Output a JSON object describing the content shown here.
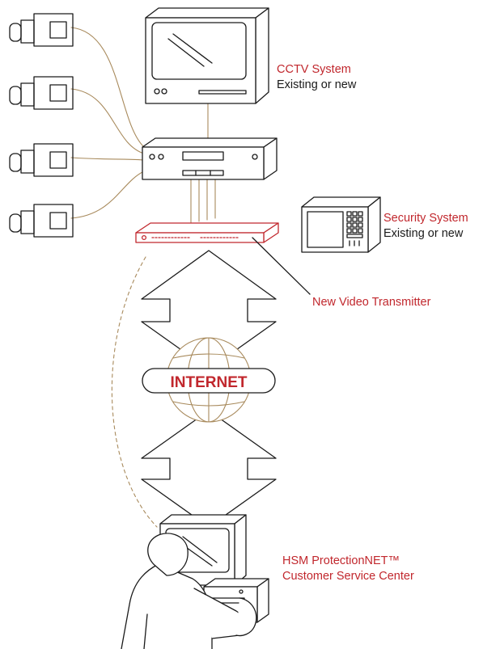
{
  "labels": {
    "cctv_title": "CCTV System",
    "cctv_sub": "Existing or new",
    "security_title": "Security System",
    "security_sub": "Existing or new",
    "transmitter": "New Video Transmitter",
    "internet": "INTERNET",
    "center_line1": "HSM ProtectionNET™",
    "center_line2": "Customer Service Center"
  },
  "colors": {
    "accent": "#c1272d",
    "cable": "#a88a5c",
    "ink": "#1a1a1a"
  },
  "icons": [
    "camera-icon",
    "monitor-icon",
    "vcr-icon",
    "video-transmitter-icon",
    "security-panel-icon",
    "globe-icon",
    "operator-workstation-icon"
  ]
}
